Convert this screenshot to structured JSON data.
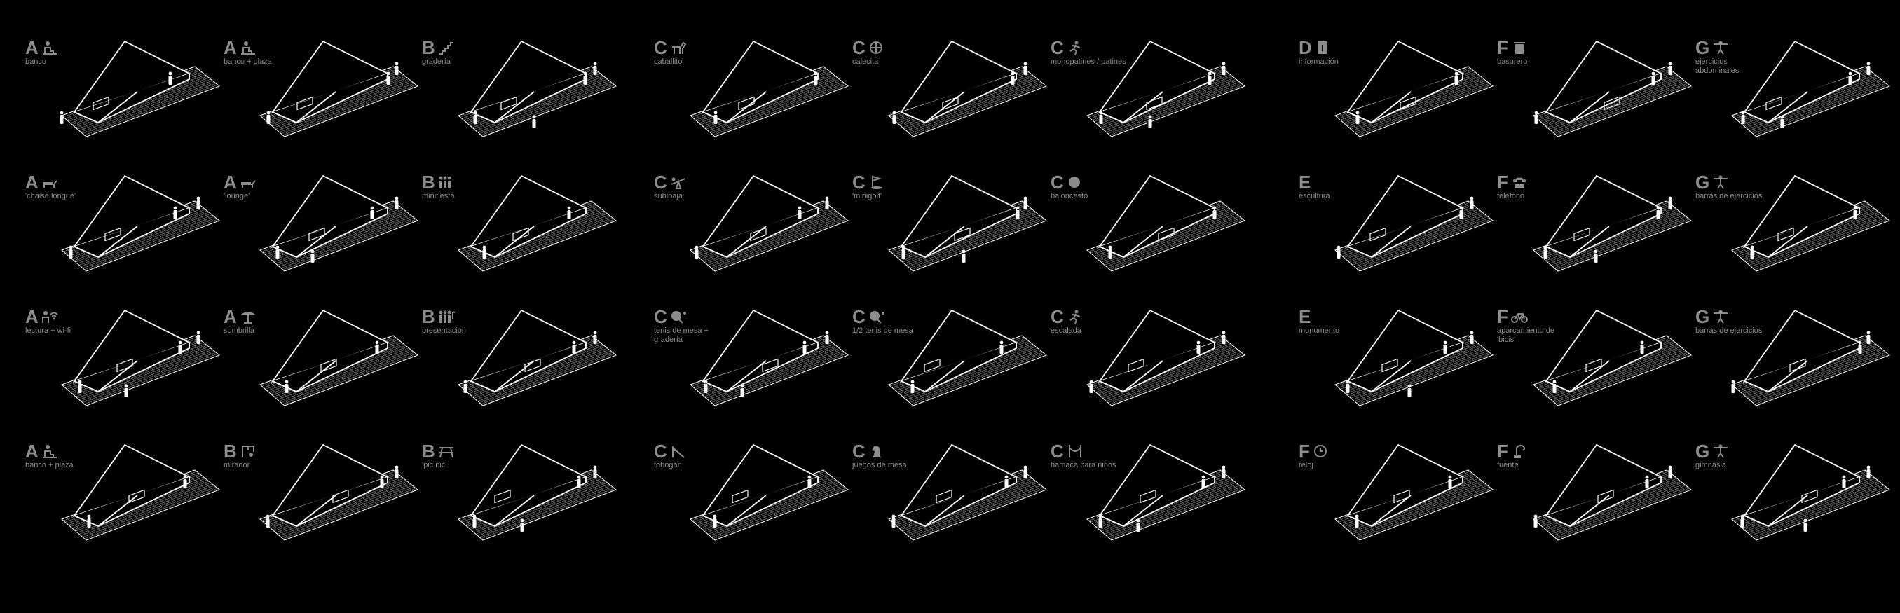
{
  "colors": {
    "background": "#000000",
    "line": "#ffffff",
    "label": "#8c8c8c"
  },
  "groups": [
    {
      "columns": [
        [
          {
            "letter": "A",
            "icon": "person-bench-icon",
            "caption": "banco"
          },
          {
            "letter": "A",
            "icon": "lounge-chair-icon",
            "caption": "'chaise longue'"
          },
          {
            "letter": "A",
            "icon": "person-wifi-icon",
            "caption": "lectura + wi-fi"
          },
          {
            "letter": "A",
            "icon": "person-bench-icon",
            "caption": "banco + plaza"
          }
        ],
        [
          {
            "letter": "A",
            "icon": "person-bench-icon",
            "caption": "banco + plaza"
          },
          {
            "letter": "A",
            "icon": "lounge-chair-icon",
            "caption": "'lounge'"
          },
          {
            "letter": "A",
            "icon": "umbrella-icon",
            "caption": "sombrilla"
          },
          {
            "letter": "B",
            "icon": "binoculars-icon",
            "caption": "mirador"
          }
        ],
        [
          {
            "letter": "B",
            "icon": "stairs-icon",
            "caption": "gradería"
          },
          {
            "letter": "B",
            "icon": "people-icon",
            "caption": "minifiesta"
          },
          {
            "letter": "B",
            "icon": "people-music-icon",
            "caption": "presentación"
          },
          {
            "letter": "B",
            "icon": "picnic-table-icon",
            "caption": "'pic nic'"
          }
        ]
      ]
    },
    {
      "columns": [
        [
          {
            "letter": "C",
            "icon": "horse-icon",
            "caption": "caballito"
          },
          {
            "letter": "C",
            "icon": "seesaw-icon",
            "caption": "subibaja"
          },
          {
            "letter": "C",
            "icon": "table-tennis-icon",
            "caption": "tenis de mesa + gradería"
          },
          {
            "letter": "C",
            "icon": "slide-icon",
            "caption": "tobogán"
          }
        ],
        [
          {
            "letter": "C",
            "icon": "crosshair-icon",
            "caption": "calecita"
          },
          {
            "letter": "C",
            "icon": "golf-icon",
            "caption": "'minigolf'"
          },
          {
            "letter": "C",
            "icon": "table-tennis-icon",
            "caption": "1/2 tenis de mesa"
          },
          {
            "letter": "C",
            "icon": "chess-knight-icon",
            "caption": "juegos de mesa"
          }
        ],
        [
          {
            "letter": "C",
            "icon": "skater-icon",
            "caption": "monopatines / patines"
          },
          {
            "letter": "C",
            "icon": "ball-icon",
            "caption": "baloncesto"
          },
          {
            "letter": "C",
            "icon": "climber-icon",
            "caption": "escalada"
          },
          {
            "letter": "C",
            "icon": "hammock-icon",
            "caption": "hamaca para niños"
          }
        ]
      ]
    },
    {
      "columns": [
        [
          {
            "letter": "D",
            "icon": "info-icon",
            "caption": "información"
          },
          {
            "letter": "E",
            "icon": "",
            "caption": "escultura"
          },
          {
            "letter": "E",
            "icon": "",
            "caption": "monumento"
          },
          {
            "letter": "F",
            "icon": "clock-icon",
            "caption": "reloj"
          }
        ],
        [
          {
            "letter": "F",
            "icon": "trash-bin-icon",
            "caption": "basurero"
          },
          {
            "letter": "F",
            "icon": "telephone-icon",
            "caption": "teléfono"
          },
          {
            "letter": "F",
            "icon": "bicycle-icon",
            "caption": "aparcamiento de 'bicis'"
          },
          {
            "letter": "F",
            "icon": "fountain-icon",
            "caption": "fuente"
          }
        ],
        [
          {
            "letter": "G",
            "icon": "exercise-icon",
            "caption": "ejercicios abdominales"
          },
          {
            "letter": "G",
            "icon": "exercise-icon",
            "caption": "barras de ejercicios"
          },
          {
            "letter": "G",
            "icon": "exercise-icon",
            "caption": "barras de ejercicios"
          },
          {
            "letter": "G",
            "icon": "exercise-icon",
            "caption": "gimnasia"
          }
        ]
      ]
    }
  ]
}
